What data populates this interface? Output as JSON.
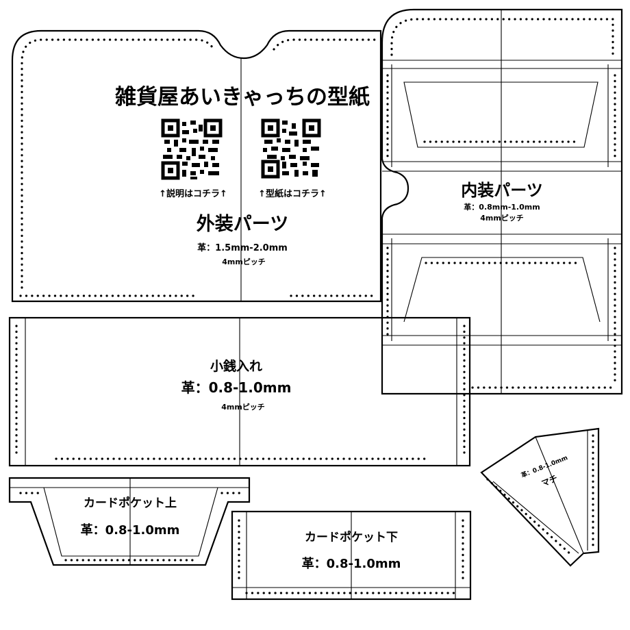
{
  "title": "雑貨屋あいきゃっちの型紙",
  "qr_captions": [
    "↑説明はコチラ↑",
    "↑型紙はコチラ↑"
  ],
  "pieces": {
    "outer": {
      "name": "外装パーツ",
      "leather": "革：1.5mm-2.0mm",
      "pitch": "4mmピッチ"
    },
    "inner": {
      "name": "内装パーツ",
      "leather": "革：0.8mm-1.0mm",
      "pitch": "4mmピッチ"
    },
    "coin": {
      "name": "小銭入れ",
      "leather": "革：0.8-1.0mm",
      "pitch": "4mmピッチ"
    },
    "card_top": {
      "name": "カードポケット上",
      "leather": "革：0.8-1.0mm"
    },
    "card_bottom": {
      "name": "カードポケット下",
      "leather": "革：0.8-1.0mm"
    },
    "gusset": {
      "name": "マチ",
      "leather": "革：0.8-1.0mm"
    }
  },
  "colors": {
    "line": "#000000",
    "background": "#ffffff"
  }
}
